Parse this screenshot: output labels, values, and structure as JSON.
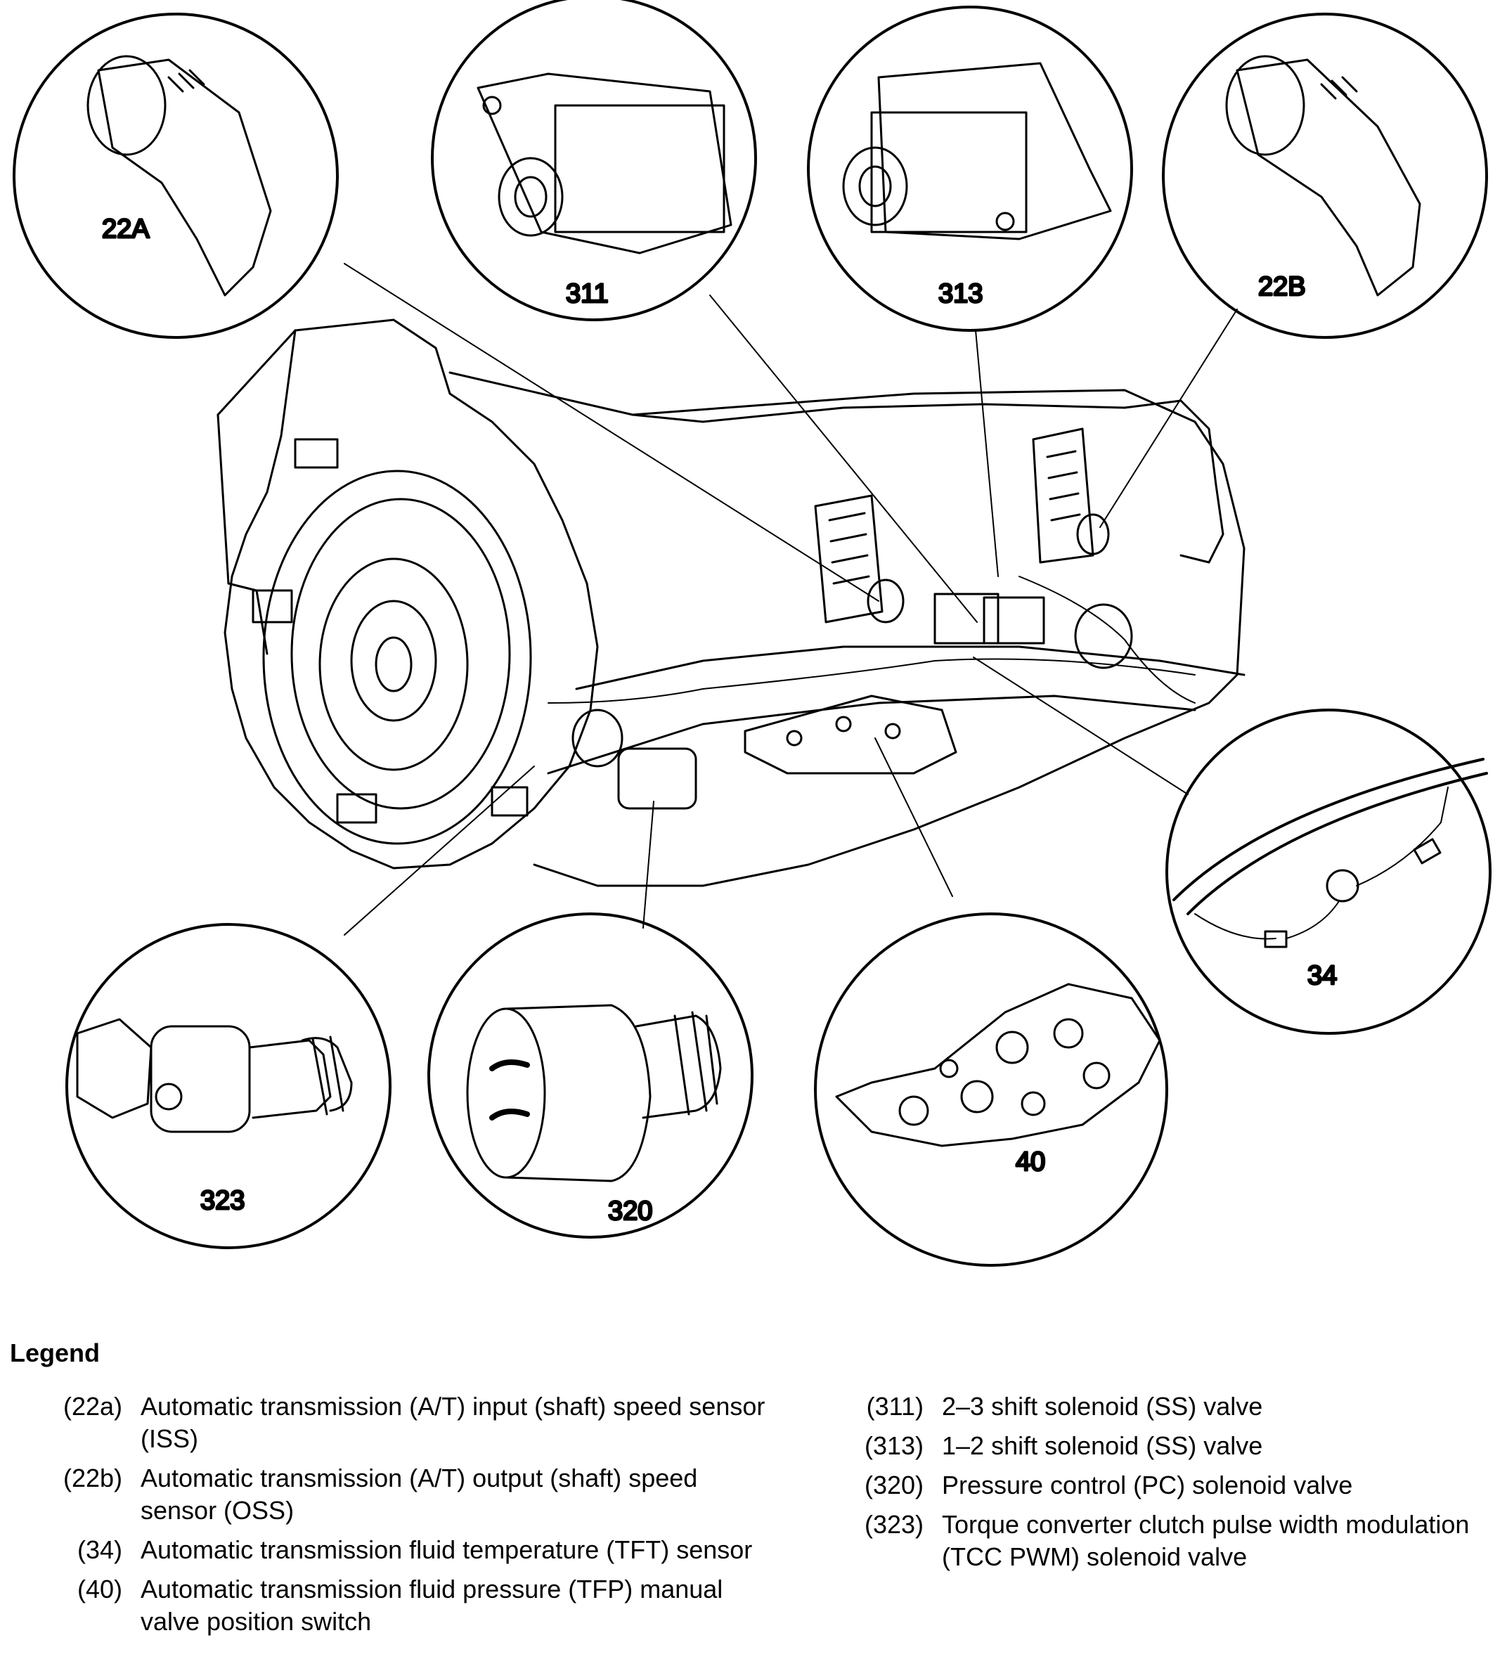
{
  "callouts": {
    "c22a": "22A",
    "c311": "311",
    "c313": "313",
    "c22b": "22B",
    "c34": "34",
    "c323": "323",
    "c320": "320",
    "c40": "40"
  },
  "legend": {
    "title": "Legend",
    "left_items": [
      {
        "code": "(22a)",
        "text": "Automatic transmission (A/T) input (shaft) speed sensor (ISS)"
      },
      {
        "code": "(22b)",
        "text": "Automatic transmission (A/T) output (shaft) speed sensor (OSS)"
      },
      {
        "code": "(34)",
        "text": "Automatic transmission fluid temperature (TFT) sensor"
      },
      {
        "code": "(40)",
        "text": "Automatic transmission fluid pressure (TFP) manual valve position switch"
      }
    ],
    "right_items": [
      {
        "code": "(311)",
        "text": "2–3 shift solenoid (SS) valve"
      },
      {
        "code": "(313)",
        "text": "1–2 shift solenoid (SS) valve"
      },
      {
        "code": "(320)",
        "text": "Pressure control (PC) solenoid valve"
      },
      {
        "code": "(323)",
        "text": "Torque converter clutch pulse width modulation (TCC PWM) solenoid valve"
      }
    ]
  }
}
